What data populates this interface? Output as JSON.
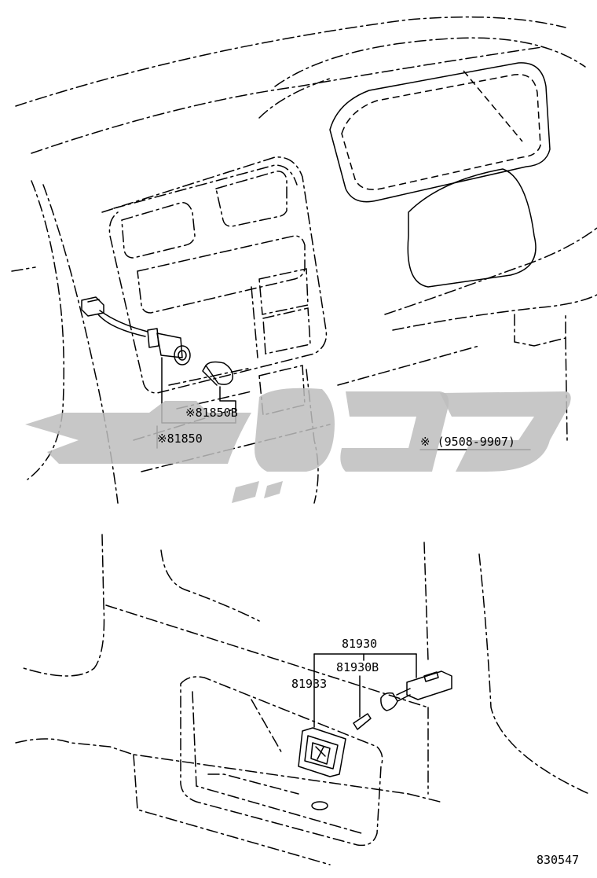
{
  "callouts": {
    "part_81850b": "※81850B",
    "part_81850": "※81850",
    "date_range": "※ (9508-9907)",
    "part_81930": "81930",
    "part_81930b": "81930B",
    "part_81933": "81933"
  },
  "figure_number": "830547"
}
